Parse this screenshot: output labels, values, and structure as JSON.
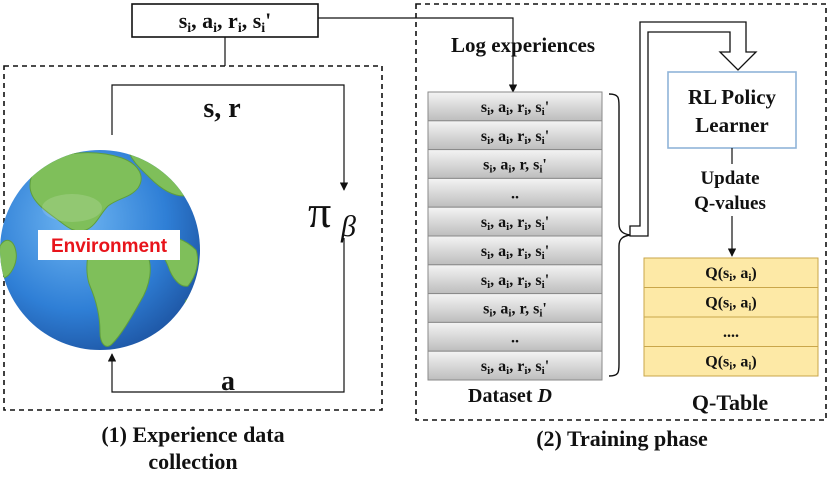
{
  "tuple_box": {
    "text": {
      "s": "s",
      "s_sub": "i",
      "a": "a",
      "a_sub": "i",
      "r": "r",
      "r_sub": "i",
      "sp": "s",
      "sp_sub": "i",
      "prime": "'"
    }
  },
  "collection_panel": {
    "state_reward_label": "s, r",
    "action_label": "a",
    "policy_symbol": "π",
    "policy_subscript": "β",
    "environment_label": "Environment",
    "caption_line1": "(1) Experience data",
    "caption_line2": "collection"
  },
  "training_panel": {
    "log_label": "Log experiences",
    "learner_line1": "RL Policy",
    "learner_line2": "Learner",
    "update_line1": "Update",
    "update_line2": "Q-values",
    "caption": "(2) Training phase",
    "dataset_label_prefix": "Dataset ",
    "dataset_label_var": "D",
    "dataset_rows": [
      {
        "kind": "tuple",
        "r": "r",
        "r_sub": "i"
      },
      {
        "kind": "tuple",
        "r": "r",
        "r_sub": "i"
      },
      {
        "kind": "tuple",
        "r": "r",
        "r_sub": ""
      },
      {
        "kind": "dots",
        "text": ".."
      },
      {
        "kind": "tuple",
        "r": "r",
        "r_sub": "i"
      },
      {
        "kind": "tuple",
        "r": "r",
        "r_sub": "i"
      },
      {
        "kind": "tuple",
        "r": "r",
        "r_sub": "i"
      },
      {
        "kind": "tuple",
        "r": "r",
        "r_sub": ""
      },
      {
        "kind": "dots",
        "text": ".."
      },
      {
        "kind": "tuple",
        "r": "r",
        "r_sub": "i"
      }
    ],
    "qtable_label": "Q-Table",
    "qtable_rows": [
      {
        "kind": "q",
        "text": "Q(s",
        "s_sub": "i",
        "mid": ", a",
        "a_sub": "i",
        "end": ")"
      },
      {
        "kind": "q",
        "text": "Q(s",
        "s_sub": "i",
        "mid": ", a",
        "a_sub": "i",
        "end": ")"
      },
      {
        "kind": "dots",
        "text": "...."
      },
      {
        "kind": "q",
        "text": "Q(s",
        "s_sub": "i",
        "mid": ", a",
        "a_sub": "i",
        "end": ")"
      }
    ]
  },
  "colors": {
    "stroke": "#111111",
    "dataset_row_top": "#f4f4f4",
    "dataset_row_bottom": "#bdbdbd",
    "qtable_fill": "#fde9a6",
    "qtable_stroke": "#c9a64a",
    "learner_border": "#8fb4d9",
    "ocean": "#2f7fd6",
    "land": "#7fbf5a",
    "environment_text": "#e8141b"
  }
}
